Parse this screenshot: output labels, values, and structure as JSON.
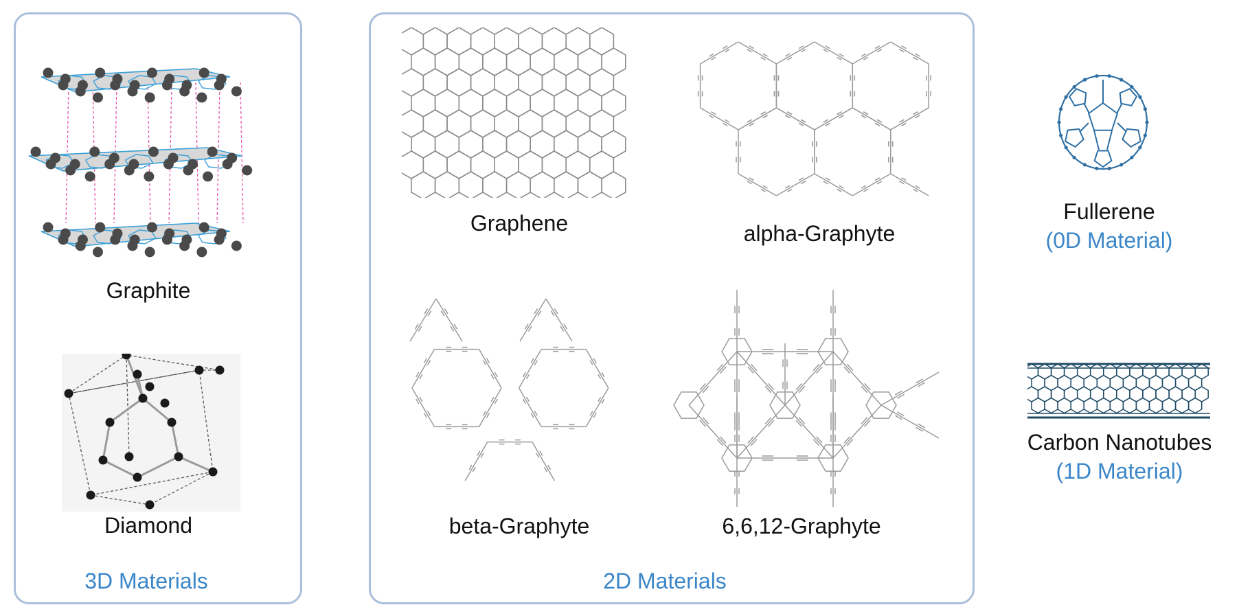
{
  "panels": {
    "three_d": {
      "title": "3D Materials",
      "items": [
        "Graphite",
        "Diamond"
      ]
    },
    "two_d": {
      "title": "2D Materials",
      "items": [
        "Graphene",
        "alpha-Graphyte",
        "beta-Graphyte",
        "6,6,12-Graphyte"
      ]
    }
  },
  "others": {
    "fullerene": {
      "name": "Fullerene",
      "dim": "(0D Material)"
    },
    "nanotube": {
      "name": "Carbon Nanotubes",
      "dim": "(1D Material)"
    }
  },
  "colors": {
    "panel_border": "#a9bfdc",
    "accent_blue": "#3b86c8",
    "fullerene_blue": "#2e6fa3",
    "nanotube_navy": "#1e4a66",
    "structure_gray": "#9a9a9a",
    "atom_gray": "#4a4a4a",
    "layer_bond": "#3aa0d8",
    "interlayer": "#e85aa8"
  },
  "icons": [
    "graphite-structure",
    "diamond-unit-cell",
    "graphene-lattice",
    "alpha-graphyte-lattice",
    "beta-graphyte-lattice",
    "graphyte-6612-lattice",
    "fullerene-molecule",
    "carbon-nanotube"
  ]
}
